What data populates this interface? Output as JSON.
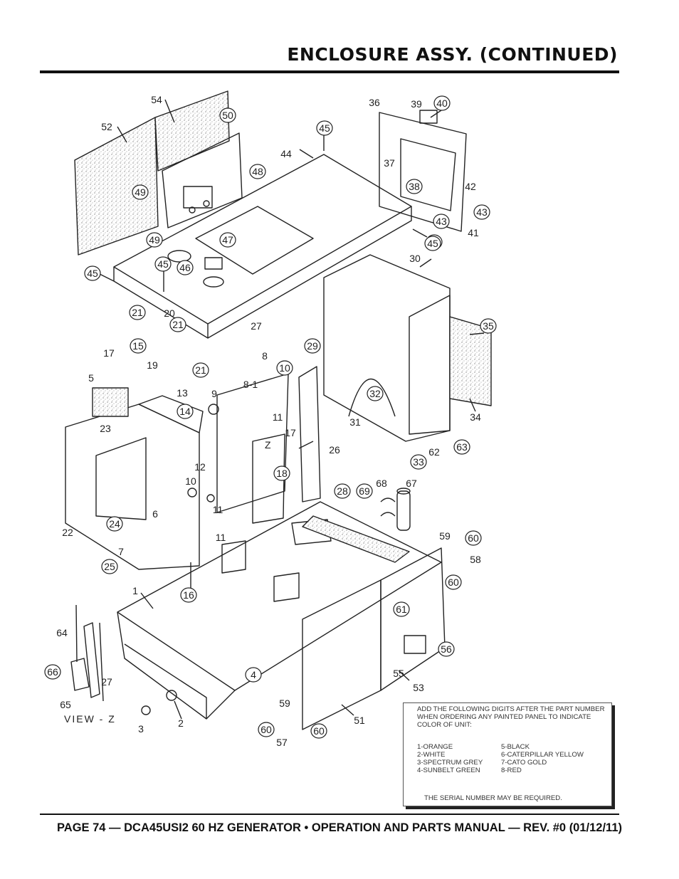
{
  "header": {
    "title": "ENCLOSURE ASSY. (CONTINUED)"
  },
  "footer": {
    "text": "PAGE 74 — DCA45USI2 60 HZ GENERATOR • OPERATION AND PARTS MANUAL — REV. #0 (01/12/11)"
  },
  "diagram": {
    "view_label": "VIEW - Z",
    "marker_z": "Z",
    "callouts_circled": [
      "50",
      "45",
      "40",
      "49",
      "49",
      "48",
      "47",
      "46",
      "45",
      "45",
      "45",
      "38",
      "43",
      "43",
      "45",
      "21",
      "21",
      "15",
      "21",
      "14",
      "10",
      "29",
      "35",
      "32",
      "63",
      "33",
      "69",
      "28",
      "18",
      "60",
      "60",
      "24",
      "25",
      "16",
      "61",
      "66",
      "4",
      "56",
      "60",
      "60"
    ],
    "callouts_plain": [
      "54",
      "52",
      "44",
      "36",
      "39",
      "37",
      "42",
      "41",
      "30",
      "20",
      "27",
      "17",
      "19",
      "8",
      "8-1",
      "5",
      "13",
      "9",
      "11",
      "17",
      "23",
      "12",
      "10",
      "11",
      "11",
      "26",
      "31",
      "34",
      "62",
      "68",
      "67",
      "6",
      "7",
      "22",
      "1",
      "59",
      "58",
      "64",
      "27",
      "65",
      "3",
      "2",
      "59",
      "57",
      "51",
      "55",
      "53"
    ]
  },
  "note": {
    "intro": "ADD THE FOLLOWING DIGITS AFTER THE PART NUMBER WHEN ORDERING ANY PAINTED PANEL TO INDICATE COLOR OF UNIT:",
    "colors_left": [
      "1-ORANGE",
      "2-WHITE",
      "3-SPECTRUM GREY",
      "4-SUNBELT GREEN"
    ],
    "colors_right": [
      "5-BLACK",
      "6-CATERPILLAR YELLOW",
      "7-CATO GOLD",
      "8-RED"
    ],
    "serial": "THE SERIAL NUMBER MAY BE REQUIRED."
  }
}
